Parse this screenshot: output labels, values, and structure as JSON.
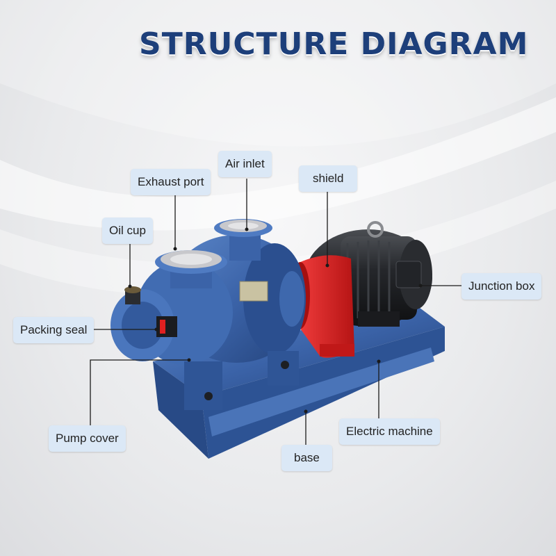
{
  "title": "STRUCTURE DIAGRAM",
  "labels": {
    "air_inlet": "Air inlet",
    "exhaust_port": "Exhaust port",
    "shield": "shield",
    "oil_cup": "Oil cup",
    "junction_box": "Junction box",
    "packing_seal": "Packing seal",
    "pump_cover": "Pump cover",
    "electric_machine": "Electric machine",
    "base": "base"
  },
  "colors": {
    "title": "#1d3f7a",
    "label_bg": "#dbe8f6",
    "pump_blue": "#3b63a8",
    "shield_red": "#d81e1e",
    "motor_black": "#1f2124"
  }
}
